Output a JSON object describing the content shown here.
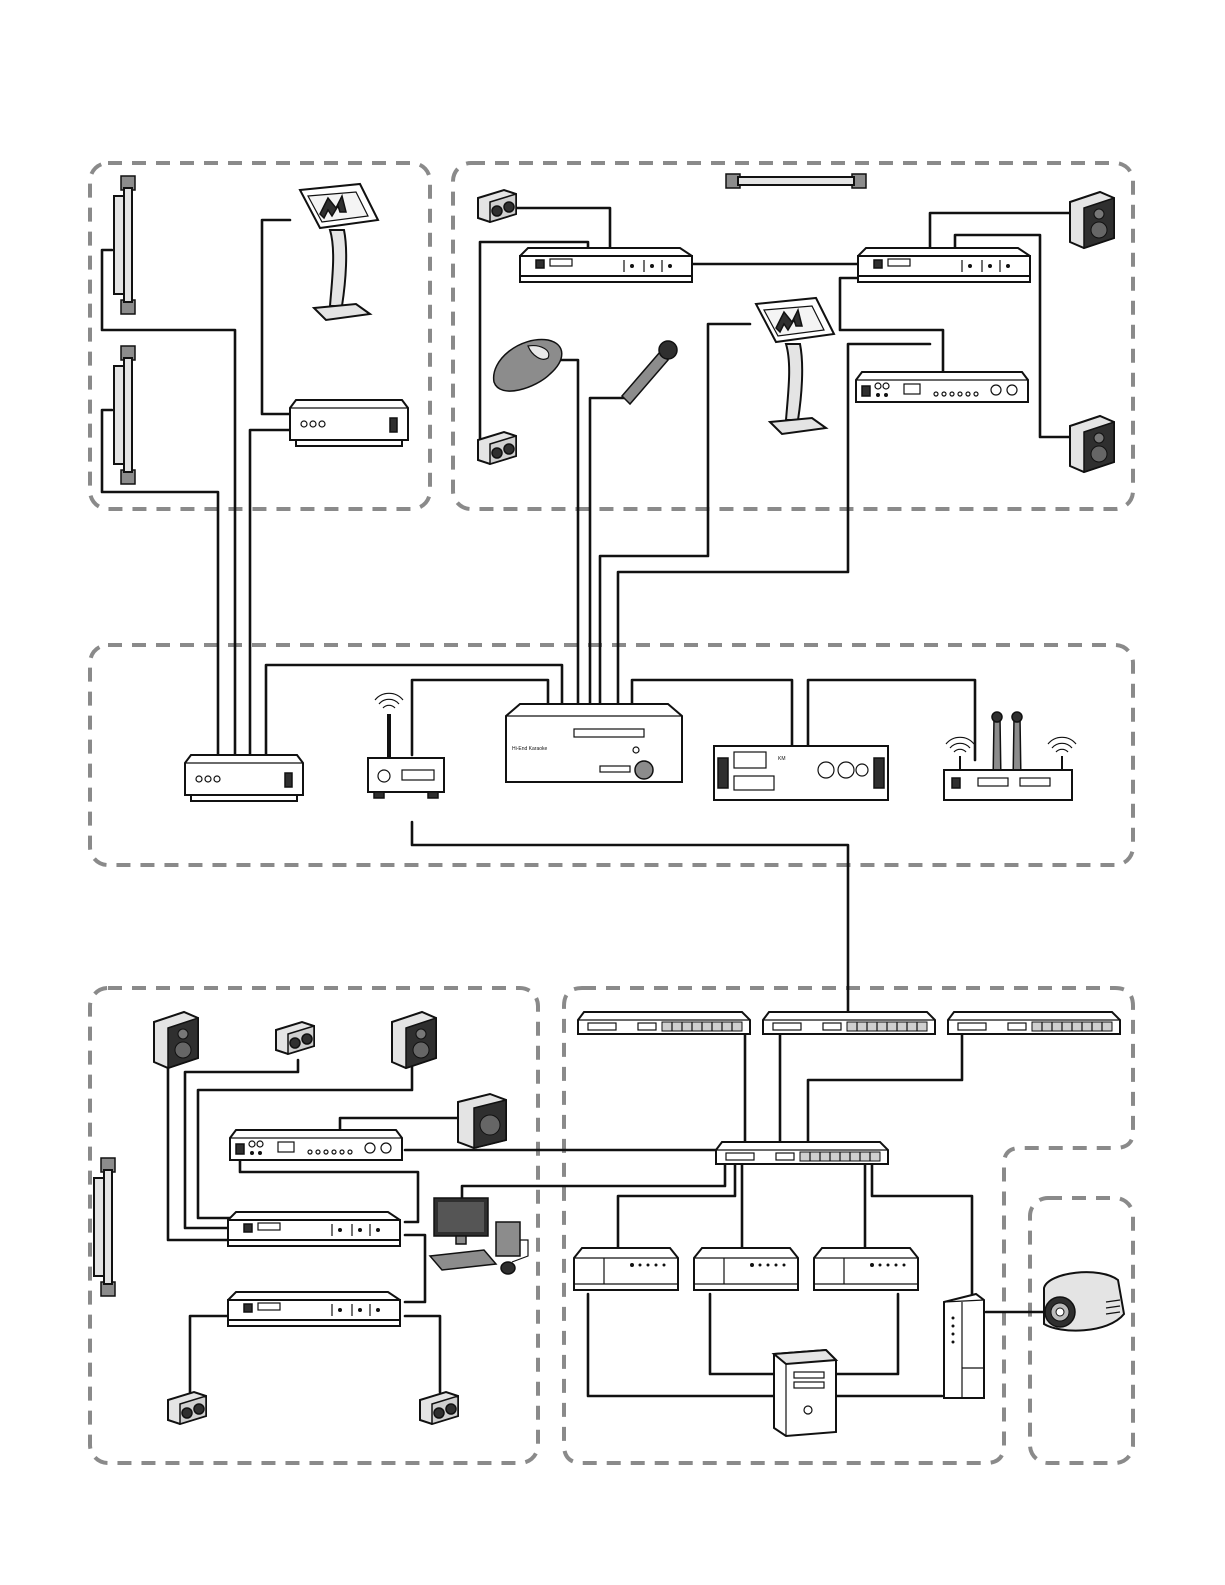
{
  "diagram": {
    "zones": [
      "room-top-left",
      "room-top-right",
      "control-rack",
      "hall-bottom-left",
      "network-rack",
      "projection"
    ],
    "device_labels": {
      "player_brand": "Hi-End Karaoke",
      "amplifier_brand": "KM",
      "touch_panel_logo": "M"
    },
    "icons": [
      "tv-panel-icon",
      "touch-panel-icon",
      "set-top-box-icon",
      "speaker-icon",
      "power-amp-icon",
      "mouse-icon",
      "microphone-icon",
      "mixer-icon",
      "wifi-router-icon",
      "karaoke-player-icon",
      "karaoke-amplifier-icon",
      "wireless-mic-receiver-icon",
      "subwoofer-icon",
      "desktop-pc-icon",
      "network-switch-icon",
      "server-icon",
      "pc-tower-icon",
      "projector-icon"
    ]
  }
}
